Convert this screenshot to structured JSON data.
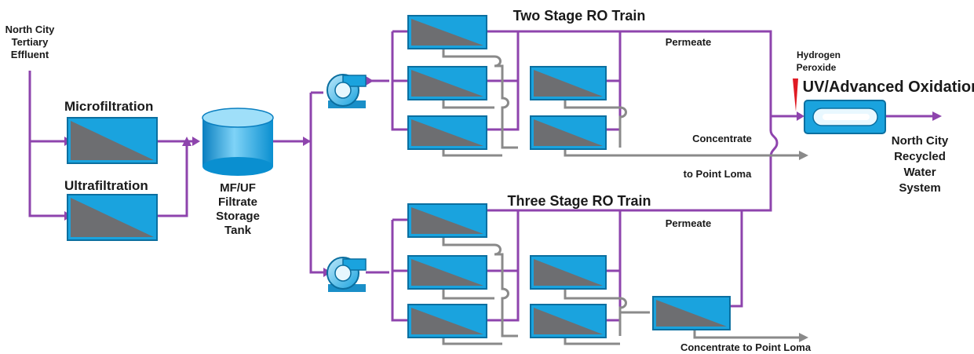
{
  "labels": {
    "source": [
      "North City",
      "Tertiary",
      "Effluent"
    ],
    "microfiltration": "Microfiltration",
    "ultrafiltration": "Ultrafiltration",
    "tank": [
      "MF/UF",
      "Filtrate",
      "Storage",
      "Tank"
    ],
    "two_stage_title": "Two Stage RO Train",
    "three_stage_title": "Three Stage RO Train",
    "permeate_top": "Permeate",
    "permeate_bottom": "Permeate",
    "concentrate_top": [
      "Concentrate",
      "to Point Loma"
    ],
    "concentrate_bottom": "Concentrate to Point Loma",
    "hydrogen_peroxide": [
      "Hydrogen",
      "Peroxide"
    ],
    "uv_title": "UV/Advanced Oxidation",
    "output": [
      "North City",
      "Recycled",
      "Water",
      "System"
    ]
  },
  "colors": {
    "flow_line": "#8e44ad",
    "concentrate_line": "#8a8a8a",
    "membrane_blue": "#1aa3de",
    "membrane_grey": "#6d6e71",
    "peroxide_red": "#e01b24",
    "text": "#1a1a1a"
  },
  "icons": {
    "membrane": "membrane-module-icon",
    "pump": "pump-icon",
    "tank": "storage-tank-icon",
    "uv": "uv-reactor-icon"
  }
}
